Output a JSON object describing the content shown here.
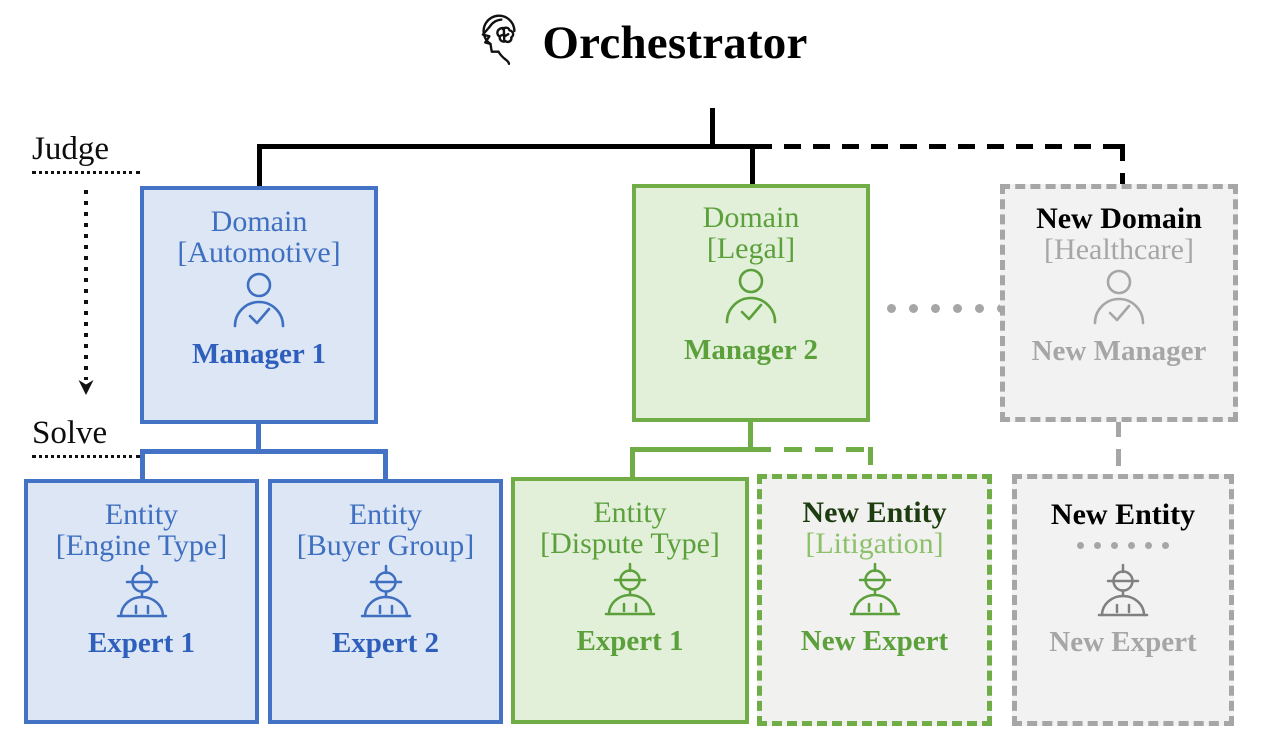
{
  "header": {
    "title": "Orchestrator",
    "icon": "brain-head-icon"
  },
  "stage_labels": {
    "judge": "Judge",
    "solve": "Solve",
    "arrow": "judge-to-solve-arrow"
  },
  "domains": [
    {
      "id": "domain-automotive",
      "line1": "Domain",
      "line2": "[Automotive]",
      "role": "Manager 1",
      "icon": "manager-check-icon",
      "style": "blue-solid",
      "color": "#4472c4",
      "fill": "#dce6f5"
    },
    {
      "id": "domain-legal",
      "line1": "Domain",
      "line2": "[Legal]",
      "role": "Manager 2",
      "icon": "manager-check-icon",
      "style": "green-solid",
      "color": "#70ad47",
      "fill": "#e2efd9"
    },
    {
      "id": "domain-new-healthcare",
      "line1": "New Domain",
      "line2": "[Healthcare]",
      "role": "New Manager",
      "icon": "manager-check-icon",
      "style": "gray-dashed",
      "color": "#a6a6a6",
      "fill": "#f2f2f2"
    }
  ],
  "entities": [
    {
      "id": "entity-engine-type",
      "line1": "Entity",
      "line2": "[Engine Type]",
      "role": "Expert 1",
      "icon": "expert-robot-icon",
      "style": "blue-solid",
      "color": "#4472c4",
      "fill": "#dce6f5"
    },
    {
      "id": "entity-buyer-group",
      "line1": "Entity",
      "line2": "[Buyer Group]",
      "role": "Expert 2",
      "icon": "expert-robot-icon",
      "style": "blue-solid",
      "color": "#4472c4",
      "fill": "#dce6f5"
    },
    {
      "id": "entity-dispute-type",
      "line1": "Entity",
      "line2": "[Dispute Type]",
      "role": "Expert 1",
      "icon": "expert-robot-icon",
      "style": "green-solid",
      "color": "#70ad47",
      "fill": "#e2efd9"
    },
    {
      "id": "entity-new-litigation",
      "line1": "New Entity",
      "line2": "[Litigation]",
      "role": "New Expert",
      "icon": "expert-robot-icon",
      "style": "green-dashed",
      "color": "#70ad47",
      "fill": "#f1f1ef"
    },
    {
      "id": "entity-new-blank",
      "line1": "New Entity",
      "line2": "······",
      "role": "New Expert",
      "icon": "expert-robot-icon",
      "style": "gray-dashed",
      "color": "#a6a6a6",
      "fill": "#f2f2f2"
    }
  ],
  "palette": {
    "black": "#000000",
    "blue_stroke": "#4472c4",
    "blue_fill": "#dce6f5",
    "blue_text": "#3f6fc0",
    "green_stroke": "#70ad47",
    "green_fill": "#e2efd9",
    "gray_stroke": "#a6a6a6",
    "gray_fill": "#f2f2f2"
  }
}
